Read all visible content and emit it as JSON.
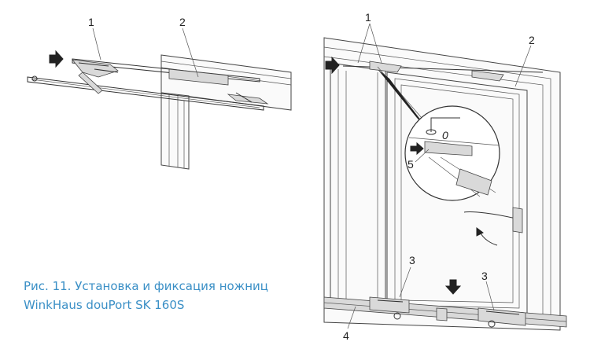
{
  "caption": {
    "line1": "Рис. 11. Установка и фиксация ножниц",
    "line2": "WinkHaus douPort SK 160S"
  },
  "left_callouts": {
    "c1": "1",
    "c2": "2"
  },
  "right_callouts": {
    "c1": "1",
    "c2": "2",
    "c3a": "3",
    "c3b": "3",
    "c4": "4",
    "c5": "5"
  },
  "detail_label": "0",
  "colors": {
    "caption": "#3a8fc6",
    "line": "#333333",
    "fill": "#d9d9d9"
  }
}
